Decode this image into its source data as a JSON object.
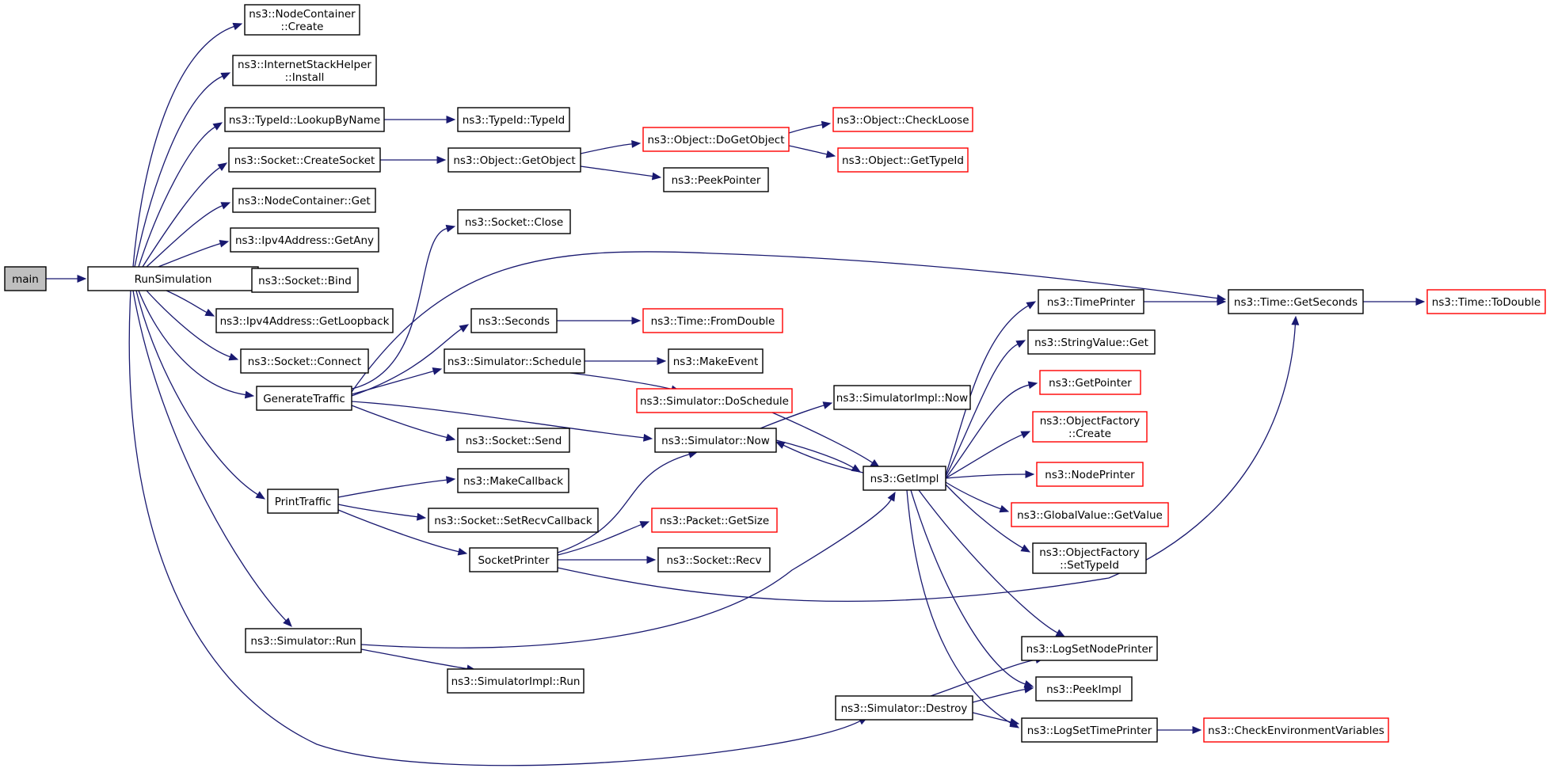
{
  "graph": {
    "colors": {
      "edge": "#191970",
      "normal_border": "#000000",
      "truncated_border": "#ff0000",
      "root_fill": "#bfbfbf",
      "node_fill": "#ffffff"
    },
    "nodes": [
      {
        "id": "main",
        "lines": [
          "main"
        ],
        "style": "root"
      },
      {
        "id": "runsim",
        "lines": [
          "RunSimulation"
        ],
        "style": "normal"
      },
      {
        "id": "nc_create",
        "lines": [
          "ns3::NodeContainer",
          "::Create"
        ],
        "style": "normal"
      },
      {
        "id": "ish_install",
        "lines": [
          "ns3::InternetStackHelper",
          "::Install"
        ],
        "style": "normal"
      },
      {
        "id": "lookup",
        "lines": [
          "ns3::TypeId::LookupByName"
        ],
        "style": "normal"
      },
      {
        "id": "typeid",
        "lines": [
          "ns3::TypeId::TypeId"
        ],
        "style": "normal"
      },
      {
        "id": "createsocket",
        "lines": [
          "ns3::Socket::CreateSocket"
        ],
        "style": "normal"
      },
      {
        "id": "getobject",
        "lines": [
          "ns3::Object::GetObject"
        ],
        "style": "normal"
      },
      {
        "id": "dogetobject",
        "lines": [
          "ns3::Object::DoGetObject"
        ],
        "style": "truncated"
      },
      {
        "id": "checkloose",
        "lines": [
          "ns3::Object::CheckLoose"
        ],
        "style": "truncated"
      },
      {
        "id": "gettypeid",
        "lines": [
          "ns3::Object::GetTypeId"
        ],
        "style": "truncated"
      },
      {
        "id": "peekpointer",
        "lines": [
          "ns3::PeekPointer"
        ],
        "style": "normal"
      },
      {
        "id": "nc_get",
        "lines": [
          "ns3::NodeContainer::Get"
        ],
        "style": "normal"
      },
      {
        "id": "ipv4any",
        "lines": [
          "ns3::Ipv4Address::GetAny"
        ],
        "style": "normal"
      },
      {
        "id": "sockbind",
        "lines": [
          "ns3::Socket::Bind"
        ],
        "style": "normal"
      },
      {
        "id": "ipv4loop",
        "lines": [
          "ns3::Ipv4Address::GetLoopback"
        ],
        "style": "normal"
      },
      {
        "id": "sockconnect",
        "lines": [
          "ns3::Socket::Connect"
        ],
        "style": "normal"
      },
      {
        "id": "gentraffic",
        "lines": [
          "GenerateTraffic"
        ],
        "style": "normal"
      },
      {
        "id": "sockclose",
        "lines": [
          "ns3::Socket::Close"
        ],
        "style": "normal"
      },
      {
        "id": "seconds",
        "lines": [
          "ns3::Seconds"
        ],
        "style": "normal"
      },
      {
        "id": "fromdouble",
        "lines": [
          "ns3::Time::FromDouble"
        ],
        "style": "truncated"
      },
      {
        "id": "schedule",
        "lines": [
          "ns3::Simulator::Schedule"
        ],
        "style": "normal"
      },
      {
        "id": "makeevent",
        "lines": [
          "ns3::MakeEvent"
        ],
        "style": "normal"
      },
      {
        "id": "doschedule",
        "lines": [
          "ns3::Simulator::DoSchedule"
        ],
        "style": "truncated"
      },
      {
        "id": "socksend",
        "lines": [
          "ns3::Socket::Send"
        ],
        "style": "normal"
      },
      {
        "id": "simnow",
        "lines": [
          "ns3::Simulator::Now"
        ],
        "style": "normal"
      },
      {
        "id": "simimplnow",
        "lines": [
          "ns3::SimulatorImpl::Now"
        ],
        "style": "normal"
      },
      {
        "id": "getimpl",
        "lines": [
          "ns3::GetImpl"
        ],
        "style": "normal"
      },
      {
        "id": "timeprinter",
        "lines": [
          "ns3::TimePrinter"
        ],
        "style": "normal"
      },
      {
        "id": "getseconds",
        "lines": [
          "ns3::Time::GetSeconds"
        ],
        "style": "normal"
      },
      {
        "id": "todouble",
        "lines": [
          "ns3::Time::ToDouble"
        ],
        "style": "truncated"
      },
      {
        "id": "stringvalue",
        "lines": [
          "ns3::StringValue::Get"
        ],
        "style": "normal"
      },
      {
        "id": "getpointer",
        "lines": [
          "ns3::GetPointer"
        ],
        "style": "truncated"
      },
      {
        "id": "of_create",
        "lines": [
          "ns3::ObjectFactory",
          "::Create"
        ],
        "style": "truncated"
      },
      {
        "id": "nodeprinter",
        "lines": [
          "ns3::NodePrinter"
        ],
        "style": "truncated"
      },
      {
        "id": "gvgetvalue",
        "lines": [
          "ns3::GlobalValue::GetValue"
        ],
        "style": "truncated"
      },
      {
        "id": "of_settypeid",
        "lines": [
          "ns3::ObjectFactory",
          "::SetTypeId"
        ],
        "style": "normal"
      },
      {
        "id": "printtraffic",
        "lines": [
          "PrintTraffic"
        ],
        "style": "normal"
      },
      {
        "id": "makecallback",
        "lines": [
          "ns3::MakeCallback"
        ],
        "style": "normal"
      },
      {
        "id": "setrecvcb",
        "lines": [
          "ns3::Socket::SetRecvCallback"
        ],
        "style": "normal"
      },
      {
        "id": "socketprinter",
        "lines": [
          "SocketPrinter"
        ],
        "style": "normal"
      },
      {
        "id": "getsize",
        "lines": [
          "ns3::Packet::GetSize"
        ],
        "style": "truncated"
      },
      {
        "id": "sockrecv",
        "lines": [
          "ns3::Socket::Recv"
        ],
        "style": "normal"
      },
      {
        "id": "simrun",
        "lines": [
          "ns3::Simulator::Run"
        ],
        "style": "normal"
      },
      {
        "id": "simimplrun",
        "lines": [
          "ns3::SimulatorImpl::Run"
        ],
        "style": "normal"
      },
      {
        "id": "logsetnode",
        "lines": [
          "ns3::LogSetNodePrinter"
        ],
        "style": "normal"
      },
      {
        "id": "peekimpl",
        "lines": [
          "ns3::PeekImpl"
        ],
        "style": "normal"
      },
      {
        "id": "simdestroy",
        "lines": [
          "ns3::Simulator::Destroy"
        ],
        "style": "normal"
      },
      {
        "id": "logsettime",
        "lines": [
          "ns3::LogSetTimePrinter"
        ],
        "style": "normal"
      },
      {
        "id": "checkenv",
        "lines": [
          "ns3::CheckEnvironmentVariables"
        ],
        "style": "truncated"
      }
    ],
    "edges": [
      [
        "main",
        "runsim"
      ],
      [
        "runsim",
        "nc_create"
      ],
      [
        "runsim",
        "ish_install"
      ],
      [
        "runsim",
        "lookup"
      ],
      [
        "runsim",
        "createsocket"
      ],
      [
        "runsim",
        "nc_get"
      ],
      [
        "runsim",
        "ipv4any"
      ],
      [
        "runsim",
        "sockbind"
      ],
      [
        "runsim",
        "ipv4loop"
      ],
      [
        "runsim",
        "sockconnect"
      ],
      [
        "runsim",
        "gentraffic"
      ],
      [
        "runsim",
        "printtraffic"
      ],
      [
        "runsim",
        "simrun"
      ],
      [
        "runsim",
        "simdestroy"
      ],
      [
        "lookup",
        "typeid"
      ],
      [
        "createsocket",
        "getobject"
      ],
      [
        "getobject",
        "dogetobject"
      ],
      [
        "getobject",
        "peekpointer"
      ],
      [
        "dogetobject",
        "checkloose"
      ],
      [
        "dogetobject",
        "gettypeid"
      ],
      [
        "gentraffic",
        "sockclose"
      ],
      [
        "gentraffic",
        "getseconds"
      ],
      [
        "gentraffic",
        "seconds"
      ],
      [
        "gentraffic",
        "schedule"
      ],
      [
        "gentraffic",
        "simnow"
      ],
      [
        "gentraffic",
        "socksend"
      ],
      [
        "seconds",
        "fromdouble"
      ],
      [
        "schedule",
        "makeevent"
      ],
      [
        "schedule",
        "doschedule"
      ],
      [
        "doschedule",
        "getimpl"
      ],
      [
        "simnow",
        "simimplnow"
      ],
      [
        "simnow",
        "getimpl"
      ],
      [
        "getimpl",
        "simnow"
      ],
      [
        "getimpl",
        "timeprinter"
      ],
      [
        "getimpl",
        "stringvalue"
      ],
      [
        "getimpl",
        "getpointer"
      ],
      [
        "getimpl",
        "of_create"
      ],
      [
        "getimpl",
        "nodeprinter"
      ],
      [
        "getimpl",
        "gvgetvalue"
      ],
      [
        "getimpl",
        "of_settypeid"
      ],
      [
        "getimpl",
        "logsetnode"
      ],
      [
        "getimpl",
        "peekimpl"
      ],
      [
        "getimpl",
        "logsettime"
      ],
      [
        "timeprinter",
        "getseconds"
      ],
      [
        "getseconds",
        "todouble"
      ],
      [
        "printtraffic",
        "makecallback"
      ],
      [
        "printtraffic",
        "setrecvcb"
      ],
      [
        "printtraffic",
        "socketprinter"
      ],
      [
        "socketprinter",
        "simnow"
      ],
      [
        "socketprinter",
        "getsize"
      ],
      [
        "socketprinter",
        "sockrecv"
      ],
      [
        "socketprinter",
        "getseconds"
      ],
      [
        "simrun",
        "getimpl"
      ],
      [
        "simrun",
        "simimplrun"
      ],
      [
        "simdestroy",
        "logsetnode"
      ],
      [
        "simdestroy",
        "peekimpl"
      ],
      [
        "simdestroy",
        "logsettime"
      ],
      [
        "logsettime",
        "checkenv"
      ]
    ]
  }
}
